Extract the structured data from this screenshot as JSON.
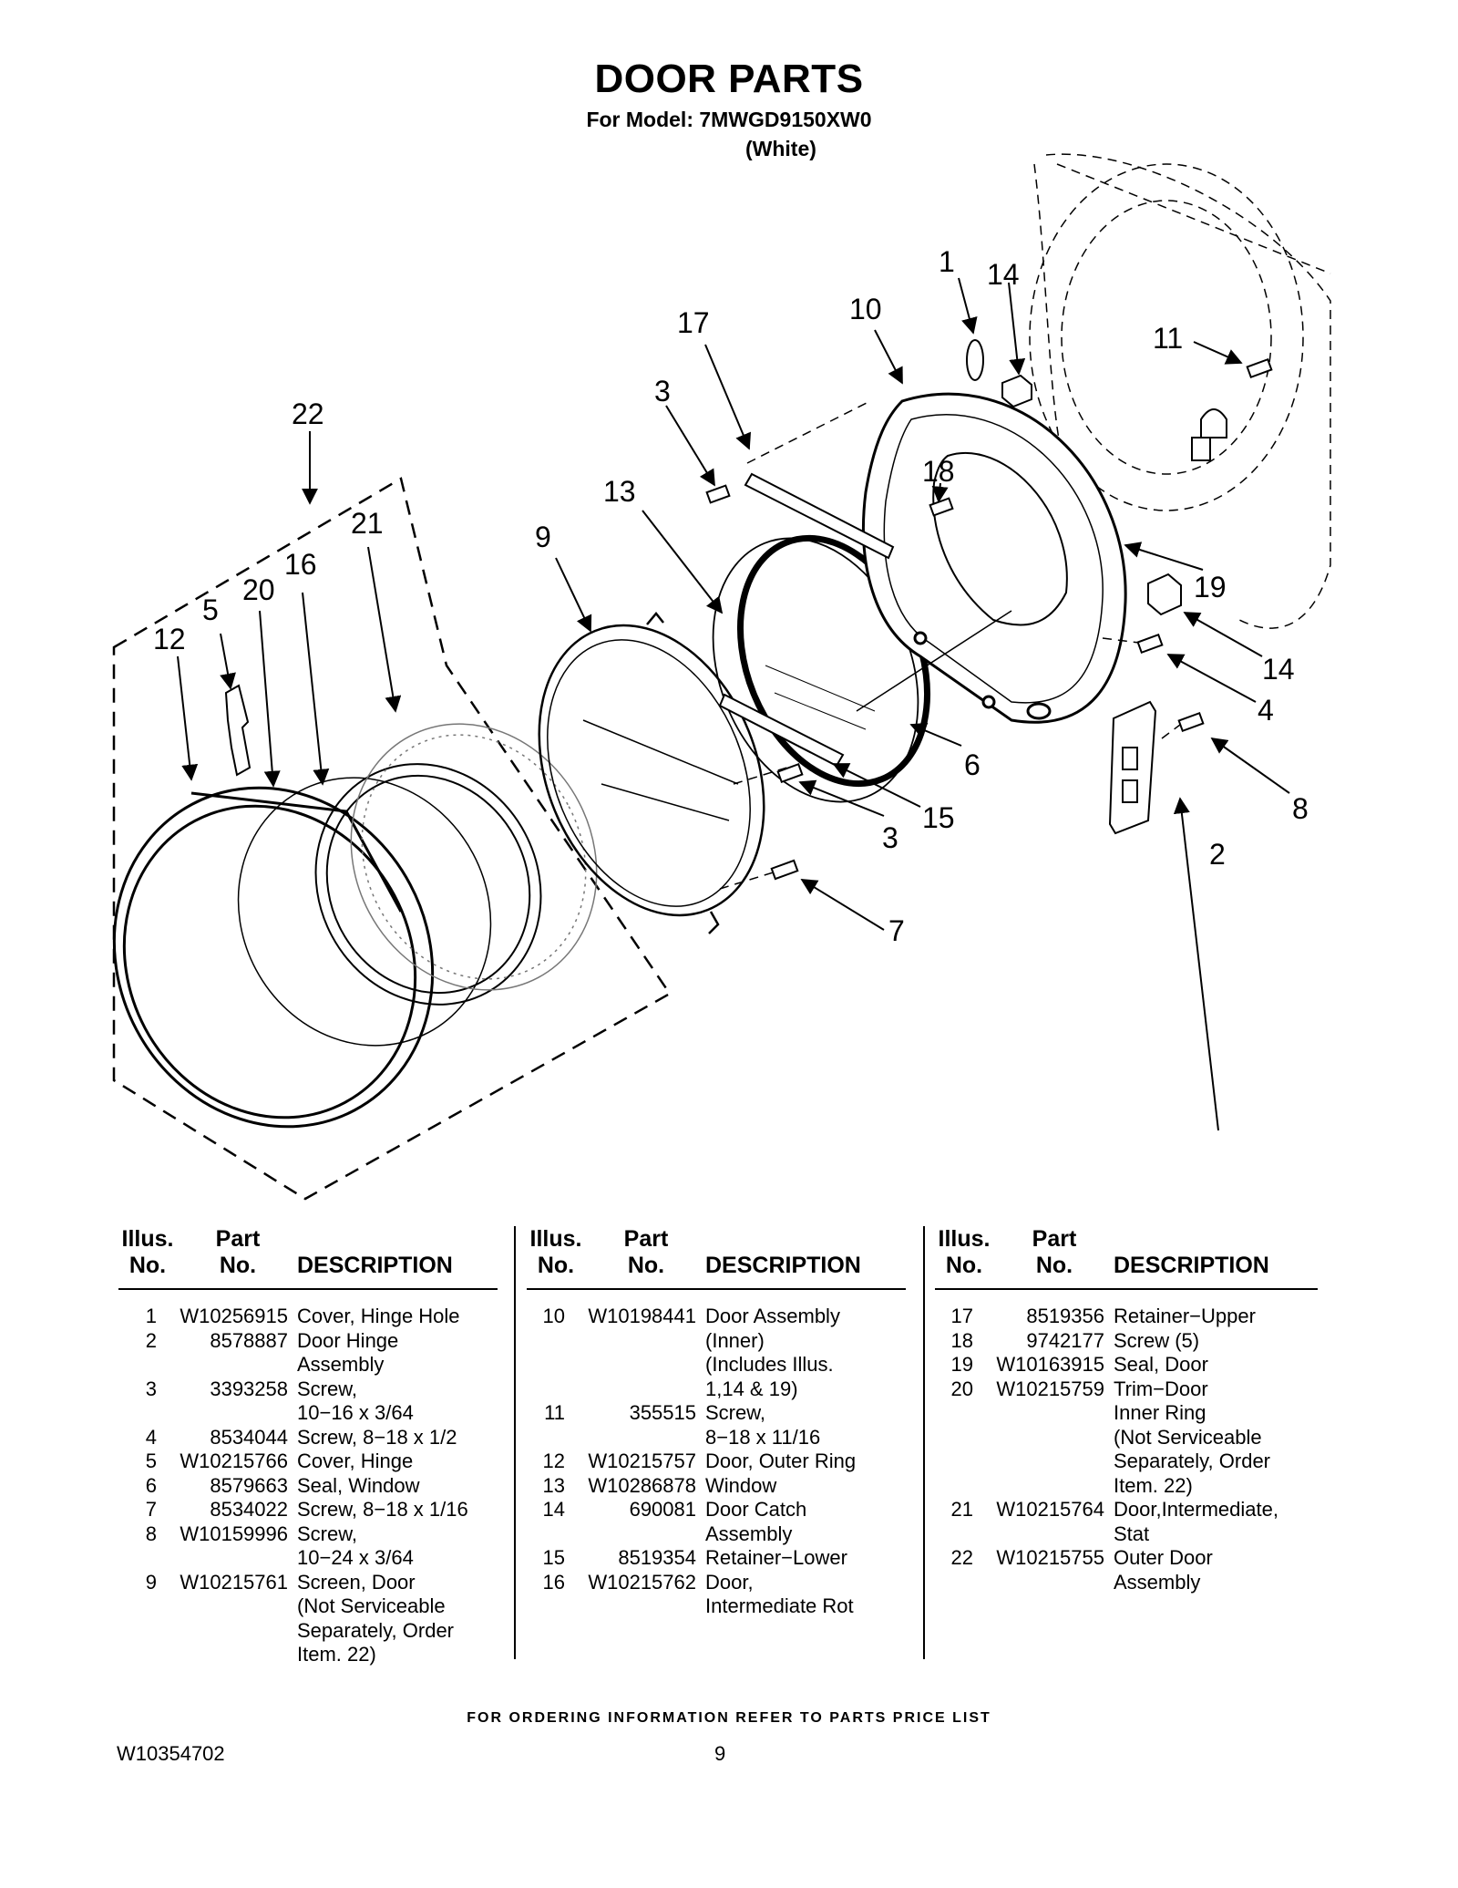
{
  "header": {
    "title": "DOOR PARTS",
    "model_line": "For Model: 7MWGD9150XW0",
    "color_line": "(White)"
  },
  "callouts": [
    "1",
    "2",
    "3",
    "3",
    "4",
    "5",
    "6",
    "7",
    "8",
    "9",
    "10",
    "11",
    "12",
    "13",
    "14",
    "14",
    "15",
    "16",
    "17",
    "18",
    "19",
    "20",
    "21",
    "22"
  ],
  "table": {
    "headers": {
      "illus": [
        "Illus.",
        "No."
      ],
      "part": [
        "Part",
        "No."
      ],
      "description": "DESCRIPTION"
    },
    "columns": [
      [
        {
          "no": "1",
          "part": "W10256915",
          "desc": [
            "Cover, Hinge Hole"
          ]
        },
        {
          "no": "2",
          "part": "8578887",
          "desc": [
            "Door Hinge",
            "Assembly"
          ]
        },
        {
          "no": "3",
          "part": "3393258",
          "desc": [
            "Screw,",
            "10−16 x 3/64"
          ]
        },
        {
          "no": "4",
          "part": "8534044",
          "desc": [
            "Screw, 8−18 x 1/2"
          ]
        },
        {
          "no": "5",
          "part": "W10215766",
          "desc": [
            "Cover, Hinge"
          ]
        },
        {
          "no": "6",
          "part": "8579663",
          "desc": [
            "Seal, Window"
          ]
        },
        {
          "no": "7",
          "part": "8534022",
          "desc": [
            "Screw, 8−18 x 1/16"
          ]
        },
        {
          "no": "8",
          "part": "W10159996",
          "desc": [
            "Screw,",
            "10−24 x 3/64"
          ]
        },
        {
          "no": "9",
          "part": "W10215761",
          "desc": [
            "Screen, Door",
            "(Not Serviceable",
            "Separately, Order",
            "Item. 22)"
          ]
        }
      ],
      [
        {
          "no": "10",
          "part": "W10198441",
          "desc": [
            "Door Assembly",
            "(Inner)",
            "(Includes Illus.",
            "1,14 & 19)"
          ]
        },
        {
          "no": "11",
          "part": "355515",
          "desc": [
            "Screw,",
            "8−18 x 11/16"
          ]
        },
        {
          "no": "12",
          "part": "W10215757",
          "desc": [
            "Door, Outer Ring"
          ]
        },
        {
          "no": "13",
          "part": "W10286878",
          "desc": [
            "Window"
          ]
        },
        {
          "no": "14",
          "part": "690081",
          "desc": [
            "Door Catch",
            "Assembly"
          ]
        },
        {
          "no": "15",
          "part": "8519354",
          "desc": [
            "Retainer−Lower"
          ]
        },
        {
          "no": "16",
          "part": "W10215762",
          "desc": [
            "Door,",
            "Intermediate Rot"
          ]
        }
      ],
      [
        {
          "no": "17",
          "part": "8519356",
          "desc": [
            "Retainer−Upper"
          ]
        },
        {
          "no": "18",
          "part": "9742177",
          "desc": [
            "Screw (5)"
          ]
        },
        {
          "no": "19",
          "part": "W10163915",
          "desc": [
            "Seal, Door"
          ]
        },
        {
          "no": "20",
          "part": "W10215759",
          "desc": [
            "Trim−Door",
            "Inner Ring",
            "(Not Serviceable",
            "Separately, Order",
            "Item. 22)"
          ]
        },
        {
          "no": "21",
          "part": "W10215764",
          "desc": [
            "Door,Intermediate,",
            "Stat"
          ]
        },
        {
          "no": "22",
          "part": "W10215755",
          "desc": [
            "Outer Door",
            "Assembly"
          ]
        }
      ]
    ]
  },
  "footer": {
    "note": "FOR ORDERING INFORMATION REFER TO PARTS PRICE LIST",
    "doc_number": "W10354702",
    "page_number": "9"
  }
}
